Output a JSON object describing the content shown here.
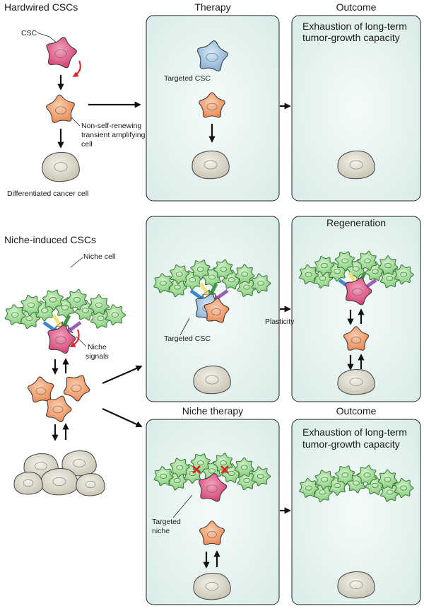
{
  "sections": {
    "hardwired": {
      "title": "Hardwired CSCs",
      "csc_label": "CSC",
      "transient_label_1": "Non-self-renewing",
      "transient_label_2": "transient amplifying",
      "transient_label_3": "cell",
      "differentiated_label": "Differentiated cancer cell"
    },
    "niche_induced": {
      "title": "Niche-induced CSCs",
      "niche_cell_label": "Niche cell",
      "niche_signals_label_1": "Niche",
      "niche_signals_label_2": "signals"
    }
  },
  "panels": {
    "therapy": {
      "header": "Therapy",
      "targeted_label": "Targeted CSC"
    },
    "outcome_top": {
      "header": "Outcome",
      "line1": "Exhaustion of long-term",
      "line2": "tumor-growth capacity"
    },
    "niche_targeted": {
      "targeted_label": "Targeted CSC"
    },
    "plasticity_label": "Plasticity",
    "regeneration": {
      "header": "Regeneration"
    },
    "niche_therapy": {
      "header": "Niche therapy",
      "targeted_line1": "Targeted",
      "targeted_line2": "niche"
    },
    "outcome_bottom": {
      "header": "Outcome",
      "line1": "Exhaustion of long-term",
      "line2": "tumor-growth capacity"
    }
  },
  "colors": {
    "csc_pink": "#d8487a",
    "transient_orange": "#f0955f",
    "targeted_blue": "#8fb8de",
    "niche_green": "#8fd483",
    "differentiated_gray": "#d9d5c6",
    "panel_fill": "#e4f2ef",
    "signal_blue": "#3f86cf",
    "signal_yellow": "#f2e07a",
    "signal_green": "#3c9a48",
    "signal_purple": "#9b5fb5",
    "block_red": "#e02020"
  }
}
